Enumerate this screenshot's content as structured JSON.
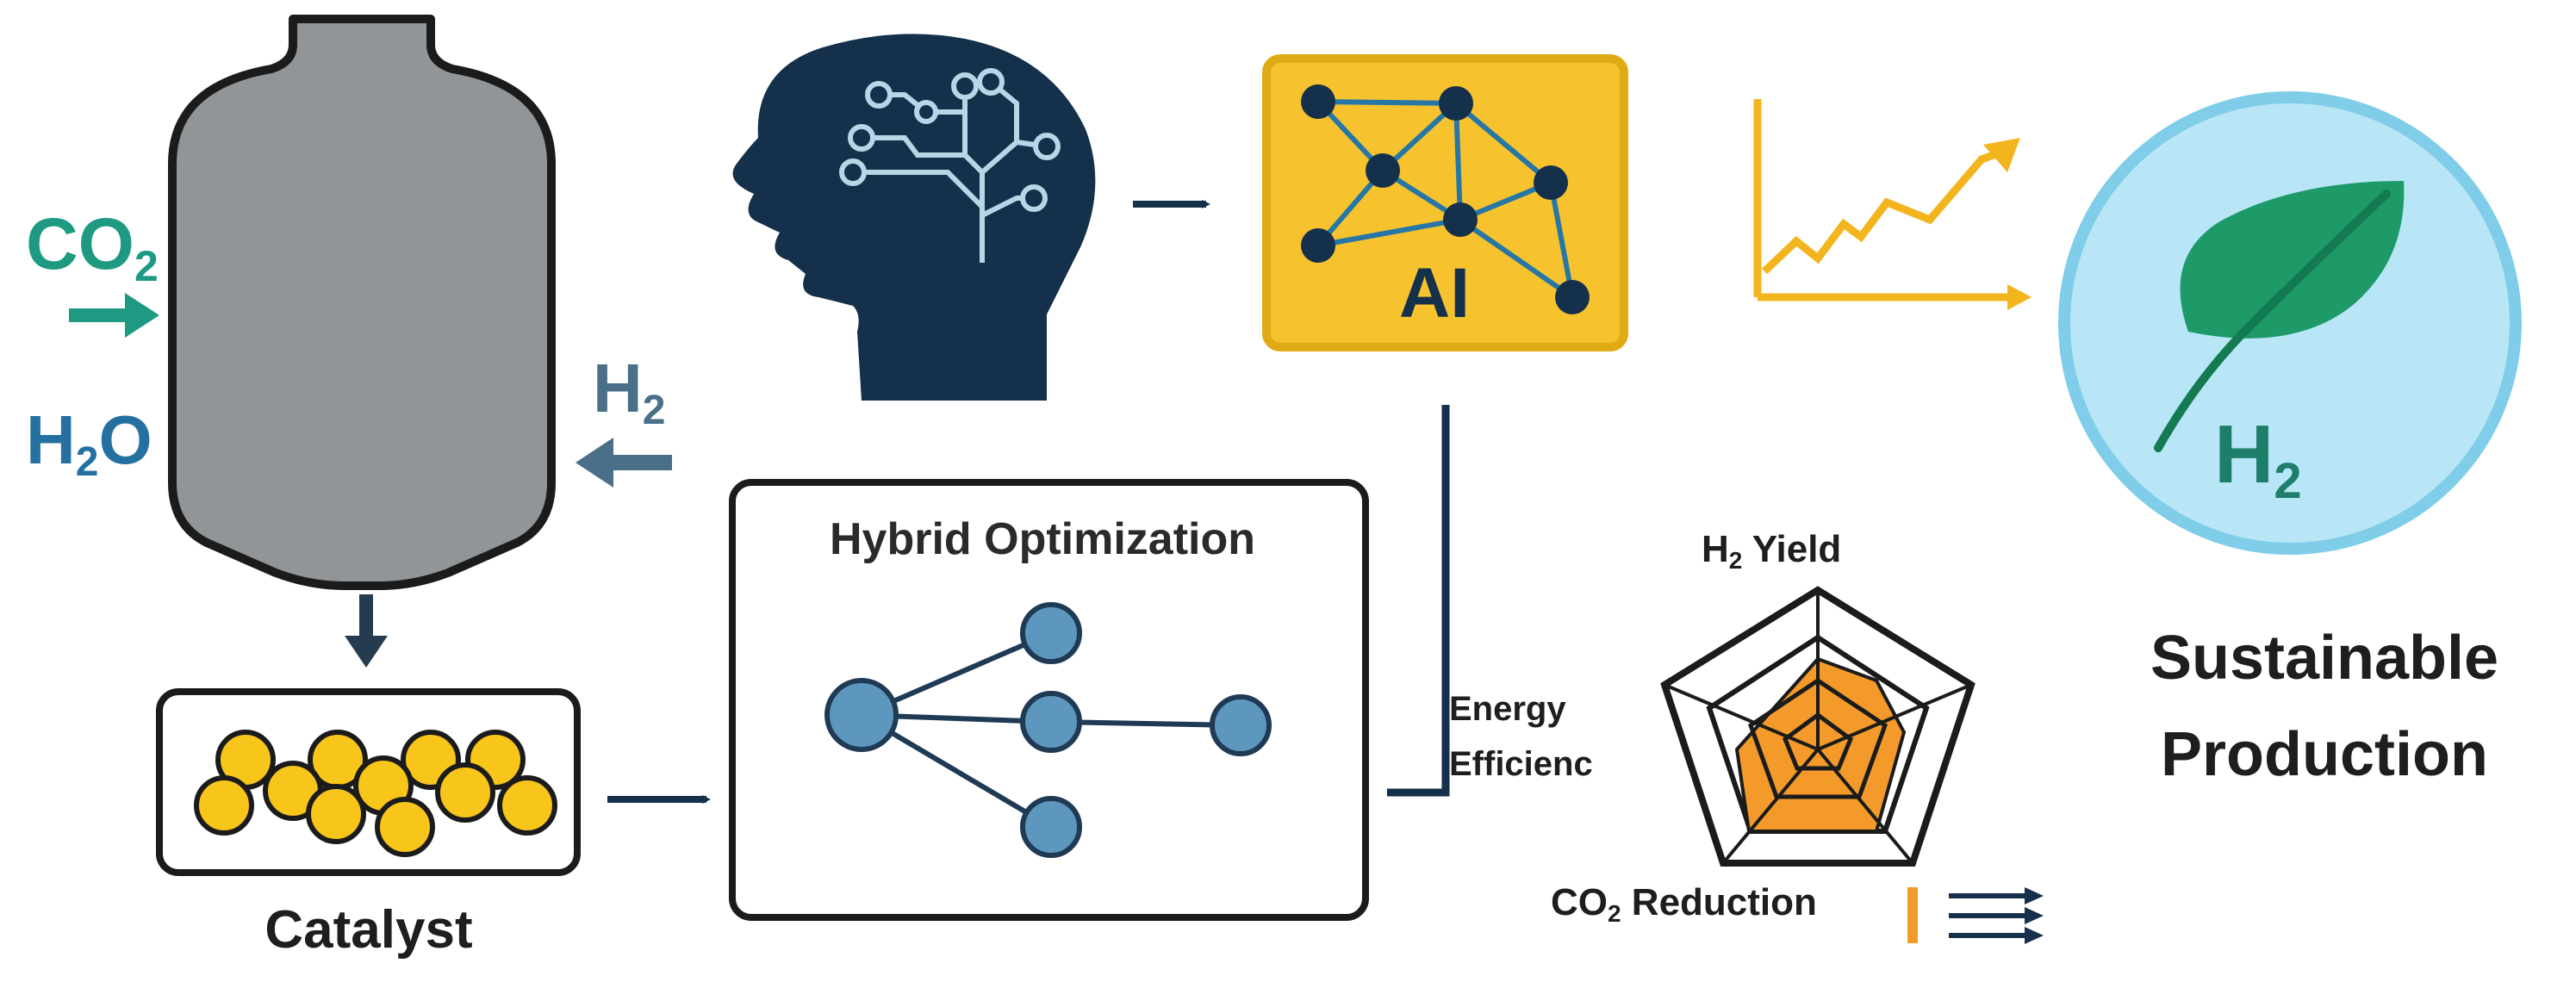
{
  "colors": {
    "teal": "#1e9a82",
    "blue": "#2470a0",
    "slate": "#4a6f88",
    "navy": "#15304a",
    "vessel": "#929597",
    "gold": "#f6c32f",
    "goldBorder": "#e0aa14",
    "catalyst": "#f8c51a",
    "node": "#5d97bd",
    "orange": "#f39a2a",
    "lightBlue": "#b8e6f6",
    "leaf": "#1d9a68",
    "dark": "#1e1e1e"
  },
  "icons": [
    "reactor-vessel-icon",
    "human-head-circuit-icon",
    "ai-network-icon",
    "growth-chart-icon",
    "leaf-icon",
    "catalyst-pellets-icon",
    "radar-chart-icon"
  ],
  "inputs": {
    "co2": {
      "main": "CO",
      "sub": "2"
    },
    "h2o": {
      "main": "H",
      "sub": "2",
      "tail": "O"
    },
    "h2": {
      "main": "H",
      "sub": "2"
    }
  },
  "catalyst": {
    "label": "Catalyst"
  },
  "optimization": {
    "title": "Hybrid Optimization"
  },
  "ai": {
    "label": "AI"
  },
  "output": {
    "h2": {
      "main": "H",
      "sub": "2"
    },
    "line1": "Sustainable",
    "line2": "Production"
  },
  "radar": {
    "axis_h2": {
      "main": "H",
      "sub": "2",
      "tail": " Yield"
    },
    "axis_energy_1": "Energy",
    "axis_energy_2": "Efficienc",
    "axis_co2": {
      "main": "CO",
      "sub": "2",
      "tail": " Reduction"
    }
  }
}
